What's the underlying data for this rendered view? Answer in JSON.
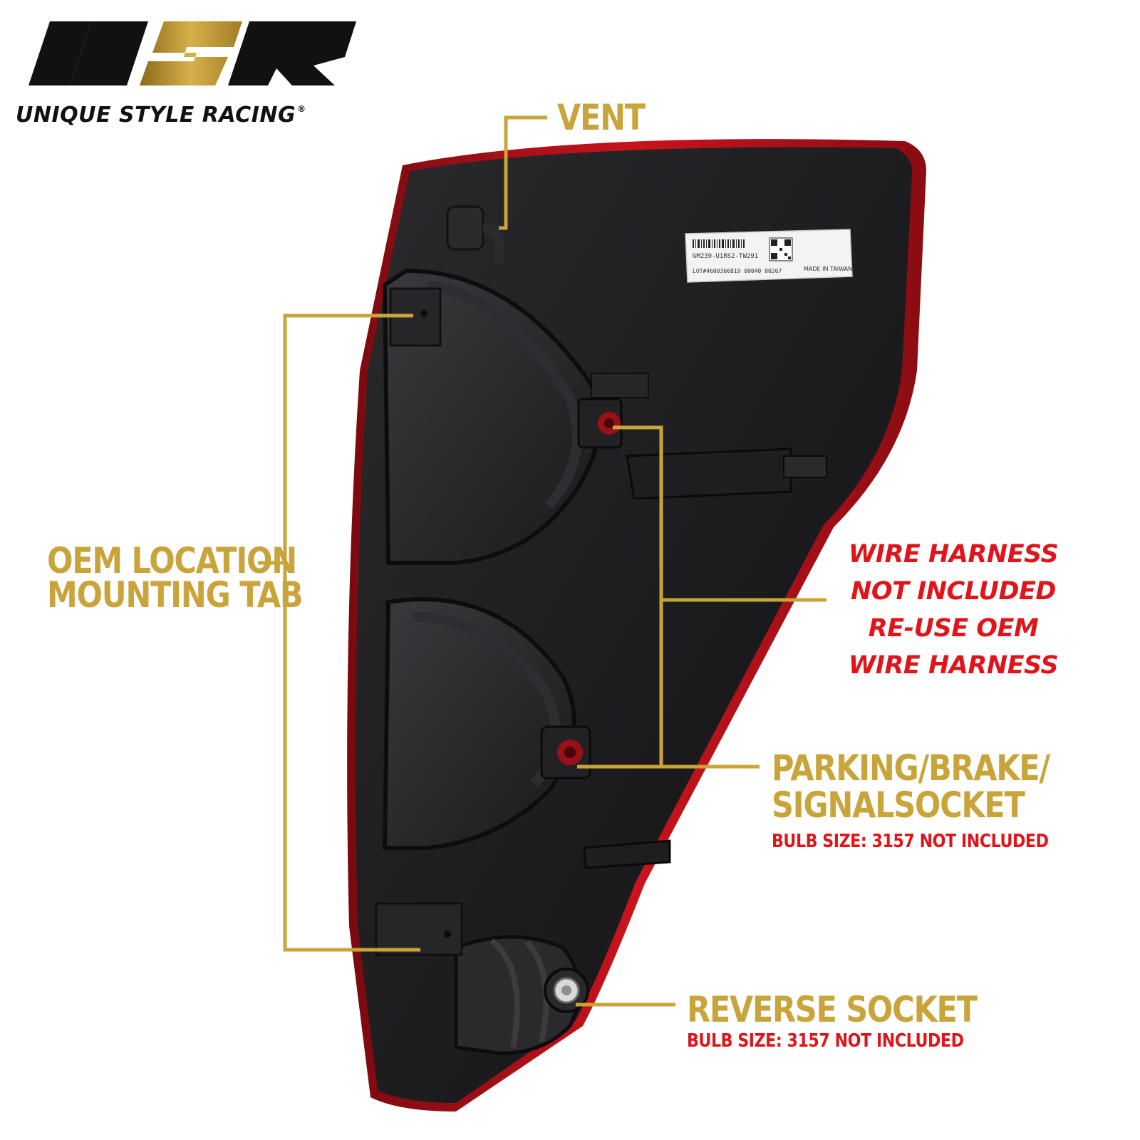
{
  "brand": {
    "logo_letters": "USR",
    "tagline": "UNIQUE STYLE RACING",
    "registered_mark": "®"
  },
  "product_label": {
    "part_line": "GM239-U1RS2-TW291",
    "lot_line": "LOT#4600366819   00040        00267",
    "origin": "MADE IN TAIWAN"
  },
  "callouts": {
    "vent": "VENT",
    "mounting_tab": {
      "line1": "OEM LOCATION",
      "line2": "MOUNTING TAB"
    },
    "wire_harness": {
      "line1": "WIRE HARNESS",
      "line2": "NOT INCLUDED",
      "line3": "RE-USE OEM",
      "line4": "WIRE HARNESS"
    },
    "parking_socket": {
      "line1": "PARKING/BRAKE/",
      "line2": "SIGNALSOCKET",
      "bulb": "BULB SIZE: 3157 NOT INCLUDED"
    },
    "reverse_socket": {
      "title": "REVERSE SOCKET",
      "bulb": "BULB SIZE: 3157 NOT INCLUDED"
    }
  },
  "colors": {
    "callout_gold": "#c9a43a",
    "warning_red": "#e0141a",
    "lens_red": "#b5121b",
    "housing_black": "#1a1a1c"
  }
}
